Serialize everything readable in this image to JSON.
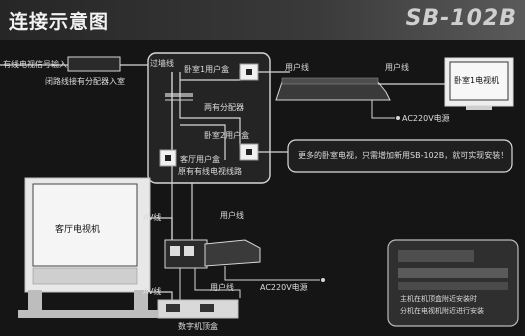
{
  "header": {
    "title": "连接示意图",
    "model": "SB-102B"
  },
  "labels": {
    "input_signal": "有线电视信号输入",
    "splitter_top_caption": "闭路线接有分配器入室",
    "in_wall": "过墙线",
    "bedroom1": "卧室1用户盒",
    "splitter": "两有分配器",
    "cable_top1": "用户线",
    "cable_top2": "用户线",
    "ac_power_top": "AC220V电源",
    "bedroom2": "卧室2用户盒",
    "note": "更多的卧室电视，只需增加新用SB-102B，就可实现安装！",
    "living_outlet": "客厅用户盒",
    "antenna_cable": "原有有线电视线路",
    "bedroom_tv": "卧室1电视机",
    "living_tv": "客厅电视机",
    "av_top": "AV线",
    "av_bottom": "AV线",
    "cable_mid": "用户线",
    "cable_bottom": "用户线",
    "ac_power_bottom": "AC220V电源",
    "set_top_box": "数字机顶盒",
    "inset_text1": "主机在机顶盒附近安装时",
    "inset_text2": "分机在电视机附近进行安装"
  },
  "colors": {
    "background": "#151515",
    "line": "#d6d6d6",
    "note_border": "#dcdcdc"
  }
}
